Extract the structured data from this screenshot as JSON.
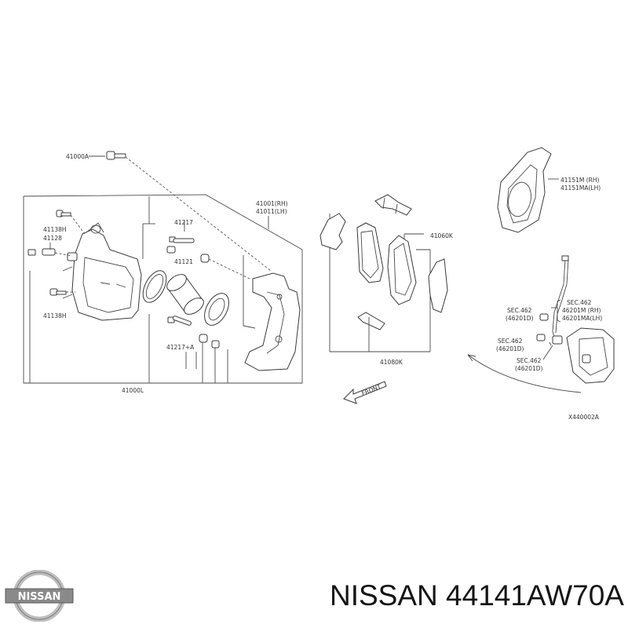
{
  "title": "NISSAN 44141AW70A",
  "brand_logo": {
    "text": "NISSAN",
    "colors": {
      "chrome": "#bdbdbd",
      "band": "#8a8a8a",
      "text": "#ffffff"
    }
  },
  "diagram": {
    "labels": {
      "bolt_41000a": "41000A",
      "caliper_41001_rh": "41001(RH)",
      "caliper_41011_lh": "41011(LH)",
      "bolt_41138h_top": "41138H",
      "bleeder_41128": "41128",
      "bolt_41138h_bottom": "41138H",
      "pin_41217": "41217",
      "boot_41121": "41121",
      "pin_41217a": "41217+A",
      "assembly_41000l": "41000L",
      "pad_kit_41060k": "41060K",
      "hardware_kit_41080k": "41080K",
      "baffle_41151m_rh": "41151M (RH)",
      "baffle_41151ma_lh": "41151MA(LH)",
      "sec462_a": "SEC.462",
      "sec462_a_sub": "(46201D)",
      "sec462_b": "SEC.462",
      "sec462_b_sub": "(46201D)",
      "sec462_c": "SEC.462",
      "sec462_c_sub": "(46201D)",
      "sec462_d": "SEC.462",
      "hose_46201m_rh": "46201M (RH)",
      "hose_46201ma_lh": "46201MA(LH)",
      "front_arrow": "FRONT",
      "diagram_code": "X440002A"
    }
  }
}
